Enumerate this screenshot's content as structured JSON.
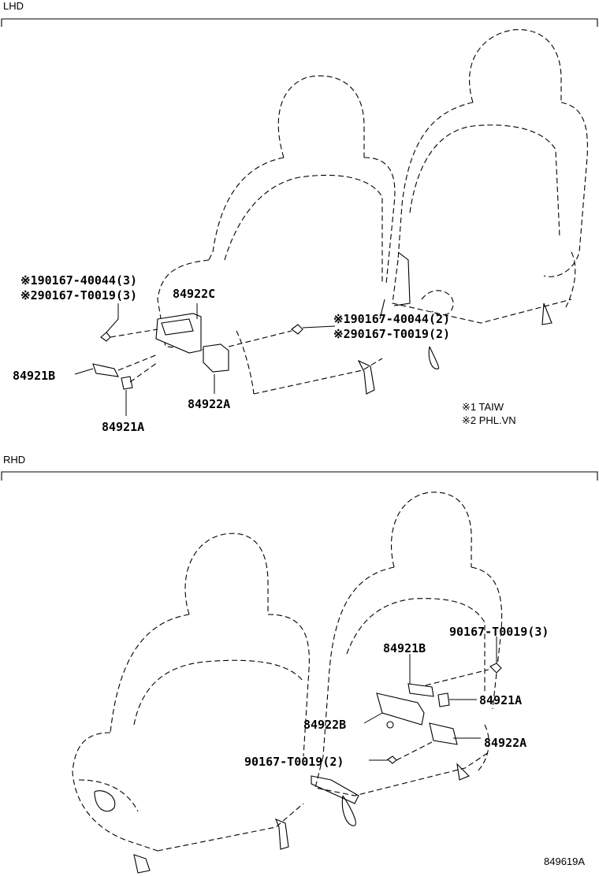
{
  "sections": {
    "lhd": {
      "title": "LHD"
    },
    "rhd": {
      "title": "RHD"
    }
  },
  "lhd_labels": {
    "bolt_left_1": "※190167-40044(3)",
    "bolt_left_2": "※290167-T0019(3)",
    "bracket_c": "84922C",
    "bolt_right_1": "※190167-40044(2)",
    "bolt_right_2": "※290167-T0019(2)",
    "cover_b": "84921B",
    "switch_a": "84922A",
    "knob_a": "84921A"
  },
  "legend": {
    "note_1": "※1 TAIW",
    "note_2": "※2 PHL.VN"
  },
  "rhd_labels": {
    "bolt_top": "90167-T0019(3)",
    "cover_b": "84921B",
    "knob_a": "84921A",
    "bracket_b": "84922B",
    "switch_a": "84922A",
    "bolt_bottom": "90167-T0019(2)"
  },
  "figure_id": "849619A"
}
